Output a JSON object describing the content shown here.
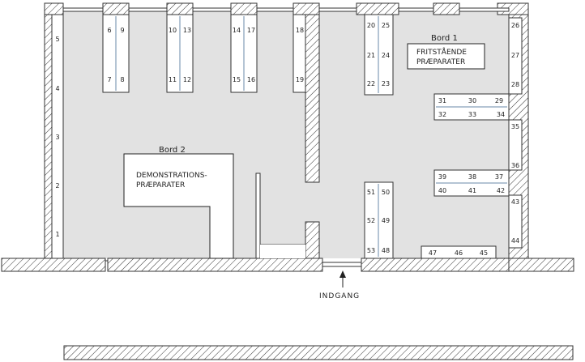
{
  "labels": {
    "bord1": "Bord 1",
    "bord1_text_1": "FRITSTÅENDE",
    "bord1_text_2": "PRÆPARATER",
    "bord2": "Bord 2",
    "bord2_text_1": "DEMONSTRATIONS-",
    "bord2_text_2": "PRÆPARATER",
    "entrance": "INDGANG"
  },
  "left_wall_numbers": [
    "5",
    "4",
    "3",
    "2",
    "1"
  ],
  "right_wall_numbers": [
    "26",
    "27",
    "28",
    "35",
    "36",
    "43",
    "44"
  ],
  "cabinets": [
    {
      "id": "cabinet-6-9",
      "numbers": [
        "6",
        "9",
        "7",
        "8"
      ]
    },
    {
      "id": "cabinet-10-13",
      "numbers": [
        "10",
        "13",
        "11",
        "12"
      ]
    },
    {
      "id": "cabinet-14-17",
      "numbers": [
        "14",
        "17",
        "15",
        "16"
      ]
    },
    {
      "id": "cabinet-18-19",
      "numbers": [
        "18",
        "19"
      ]
    },
    {
      "id": "cabinet-20-25",
      "numbers": [
        "20",
        "25",
        "21",
        "24",
        "22",
        "23"
      ]
    },
    {
      "id": "cabinet-29-34",
      "numbers": [
        "31",
        "30",
        "29",
        "32",
        "33",
        "34"
      ]
    },
    {
      "id": "cabinet-37-42",
      "numbers": [
        "39",
        "38",
        "37",
        "40",
        "41",
        "42"
      ]
    },
    {
      "id": "cabinet-45-47",
      "numbers": [
        "47",
        "46",
        "45"
      ]
    },
    {
      "id": "cabinet-48-53",
      "numbers": [
        "51",
        "50",
        "52",
        "49",
        "53",
        "48"
      ]
    }
  ],
  "colors": {
    "floor": "#e2e2e2",
    "wall_hatch": "#333333",
    "divider": "#6a8aa8"
  }
}
